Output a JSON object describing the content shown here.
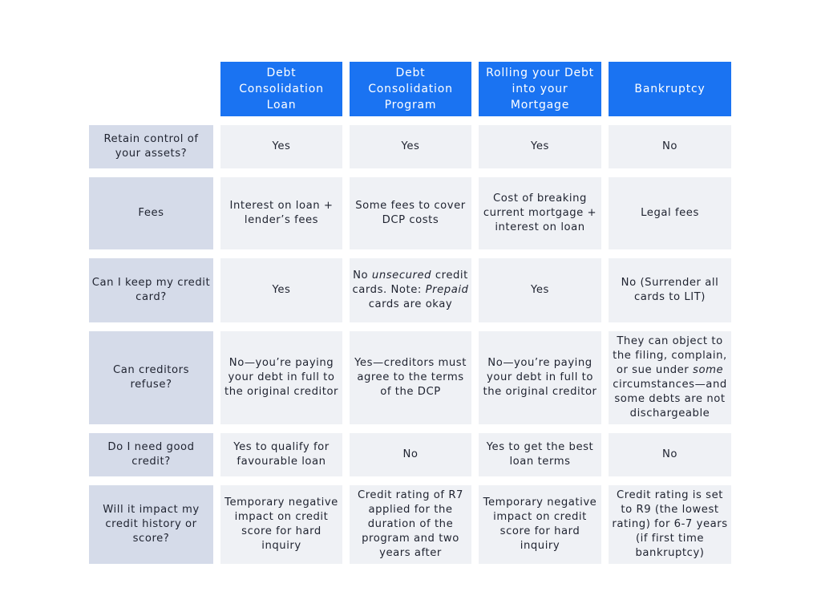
{
  "columns": [
    "Debt Consolidation Loan",
    "Debt Consolidation Program",
    "Rolling your Debt into your Mortgage",
    "Bankruptcy"
  ],
  "rows": [
    {
      "label": "Retain control of your assets?",
      "cells": [
        "Yes",
        "Yes",
        "Yes",
        "No"
      ]
    },
    {
      "label": "Fees",
      "cells": [
        "Interest on loan + lender’s fees",
        "Some fees to cover DCP costs",
        "Cost of breaking current mortgage + interest on loan",
        "Legal fees"
      ]
    },
    {
      "label": "Can I keep my credit card?",
      "cells": [
        "Yes",
        {
          "before": "No ",
          "em1": "unsecured",
          "middle": " credit cards. Note: ",
          "em2": "Prepaid",
          "after": " cards are okay"
        },
        "Yes",
        "No (Surrender all cards to LIT)"
      ]
    },
    {
      "label": "Can creditors refuse?",
      "cells": [
        "No—you’re paying your debt in full to the original creditor",
        "Yes—creditors must agree to the terms of the DCP",
        "No—you’re paying your debt in full to the original creditor",
        {
          "before": "They can object to the filing, complain, or sue under ",
          "em1": "some",
          "after": " circumstances—and some debts are not dischargeable"
        }
      ]
    },
    {
      "label": "Do I need good credit?",
      "cells": [
        "Yes to qualify for favourable loan",
        "No",
        "Yes to get the best loan terms",
        "No"
      ]
    },
    {
      "label": "Will it impact my credit history or score?",
      "cells": [
        "Temporary negative impact on credit score for hard inquiry",
        "Credit rating of R7 applied for the duration of the program and two years after",
        "Temporary negative impact on credit score for hard inquiry",
        "Credit rating is set to R9 (the lowest rating) for 6-7 years (if first time bankruptcy)"
      ]
    }
  ],
  "colors": {
    "header_bg": "#1a73f2",
    "row_label_bg": "#d5dbe9",
    "cell_bg": "#eff1f5"
  }
}
